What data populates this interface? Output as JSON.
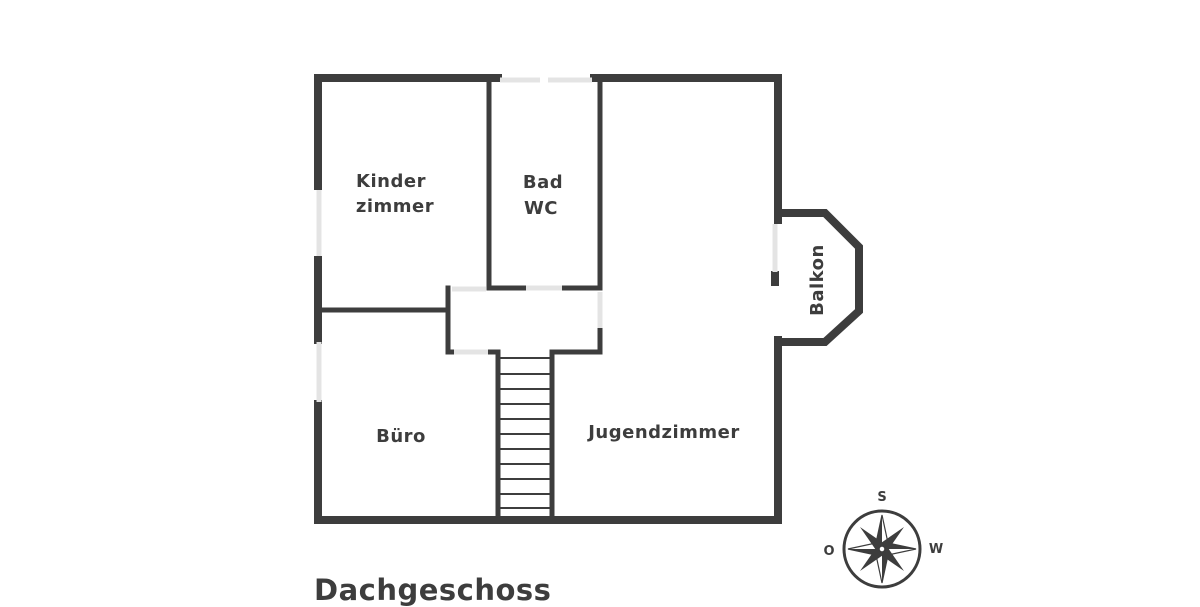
{
  "rooms": {
    "kinderzimmer": [
      "Kinder",
      "zimmer"
    ],
    "bad": [
      "Bad",
      "WC"
    ],
    "buero": "Büro",
    "jugendzimmer": "Jugendzimmer",
    "balkon": "Balkon"
  },
  "compass": {
    "north_top": "S",
    "left": "O",
    "right": "W"
  },
  "floor_title": "Dachgeschoss",
  "colors": {
    "wall": "#3d3d3d",
    "opening": "#e4e4e4",
    "background": "#ffffff"
  }
}
